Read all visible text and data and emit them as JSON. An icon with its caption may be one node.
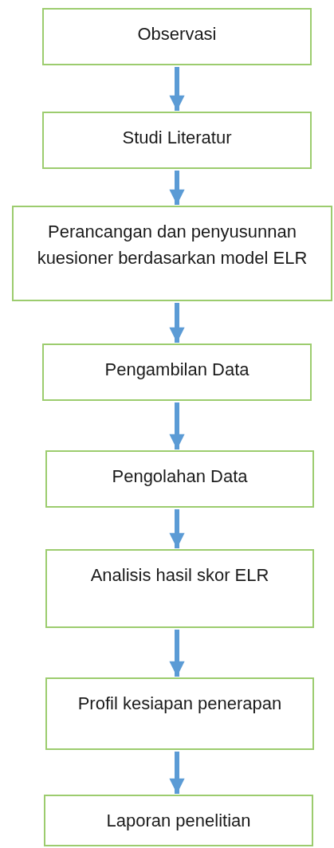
{
  "diagram": {
    "nodes": [
      {
        "text": [
          "Observasi"
        ]
      },
      {
        "text": [
          "Studi Literatur"
        ]
      },
      {
        "text": [
          "Perancangan dan penyusunnan kuesioner berdasarkan model ELR"
        ]
      },
      {
        "text": [
          "Pengambilan Data"
        ]
      },
      {
        "text": [
          "Pengolahan Data"
        ]
      },
      {
        "text": [
          "Analisis hasil skor ELR"
        ]
      },
      {
        "text": [
          "Profil kesiapan penerapan"
        ]
      },
      {
        "text": [
          "Laporan penelitian"
        ]
      }
    ],
    "edges": [
      {
        "from": 0,
        "to": 1,
        "arrow": "to"
      },
      {
        "from": 1,
        "to": 2,
        "arrow": "to"
      },
      {
        "from": 2,
        "to": 3,
        "arrow": "to"
      },
      {
        "from": 3,
        "to": 4,
        "arrow": "to"
      },
      {
        "from": 4,
        "to": 5,
        "arrow": "to"
      },
      {
        "from": 5,
        "to": 6,
        "arrow": "to"
      },
      {
        "from": 6,
        "to": 7,
        "arrow": "to"
      }
    ]
  }
}
